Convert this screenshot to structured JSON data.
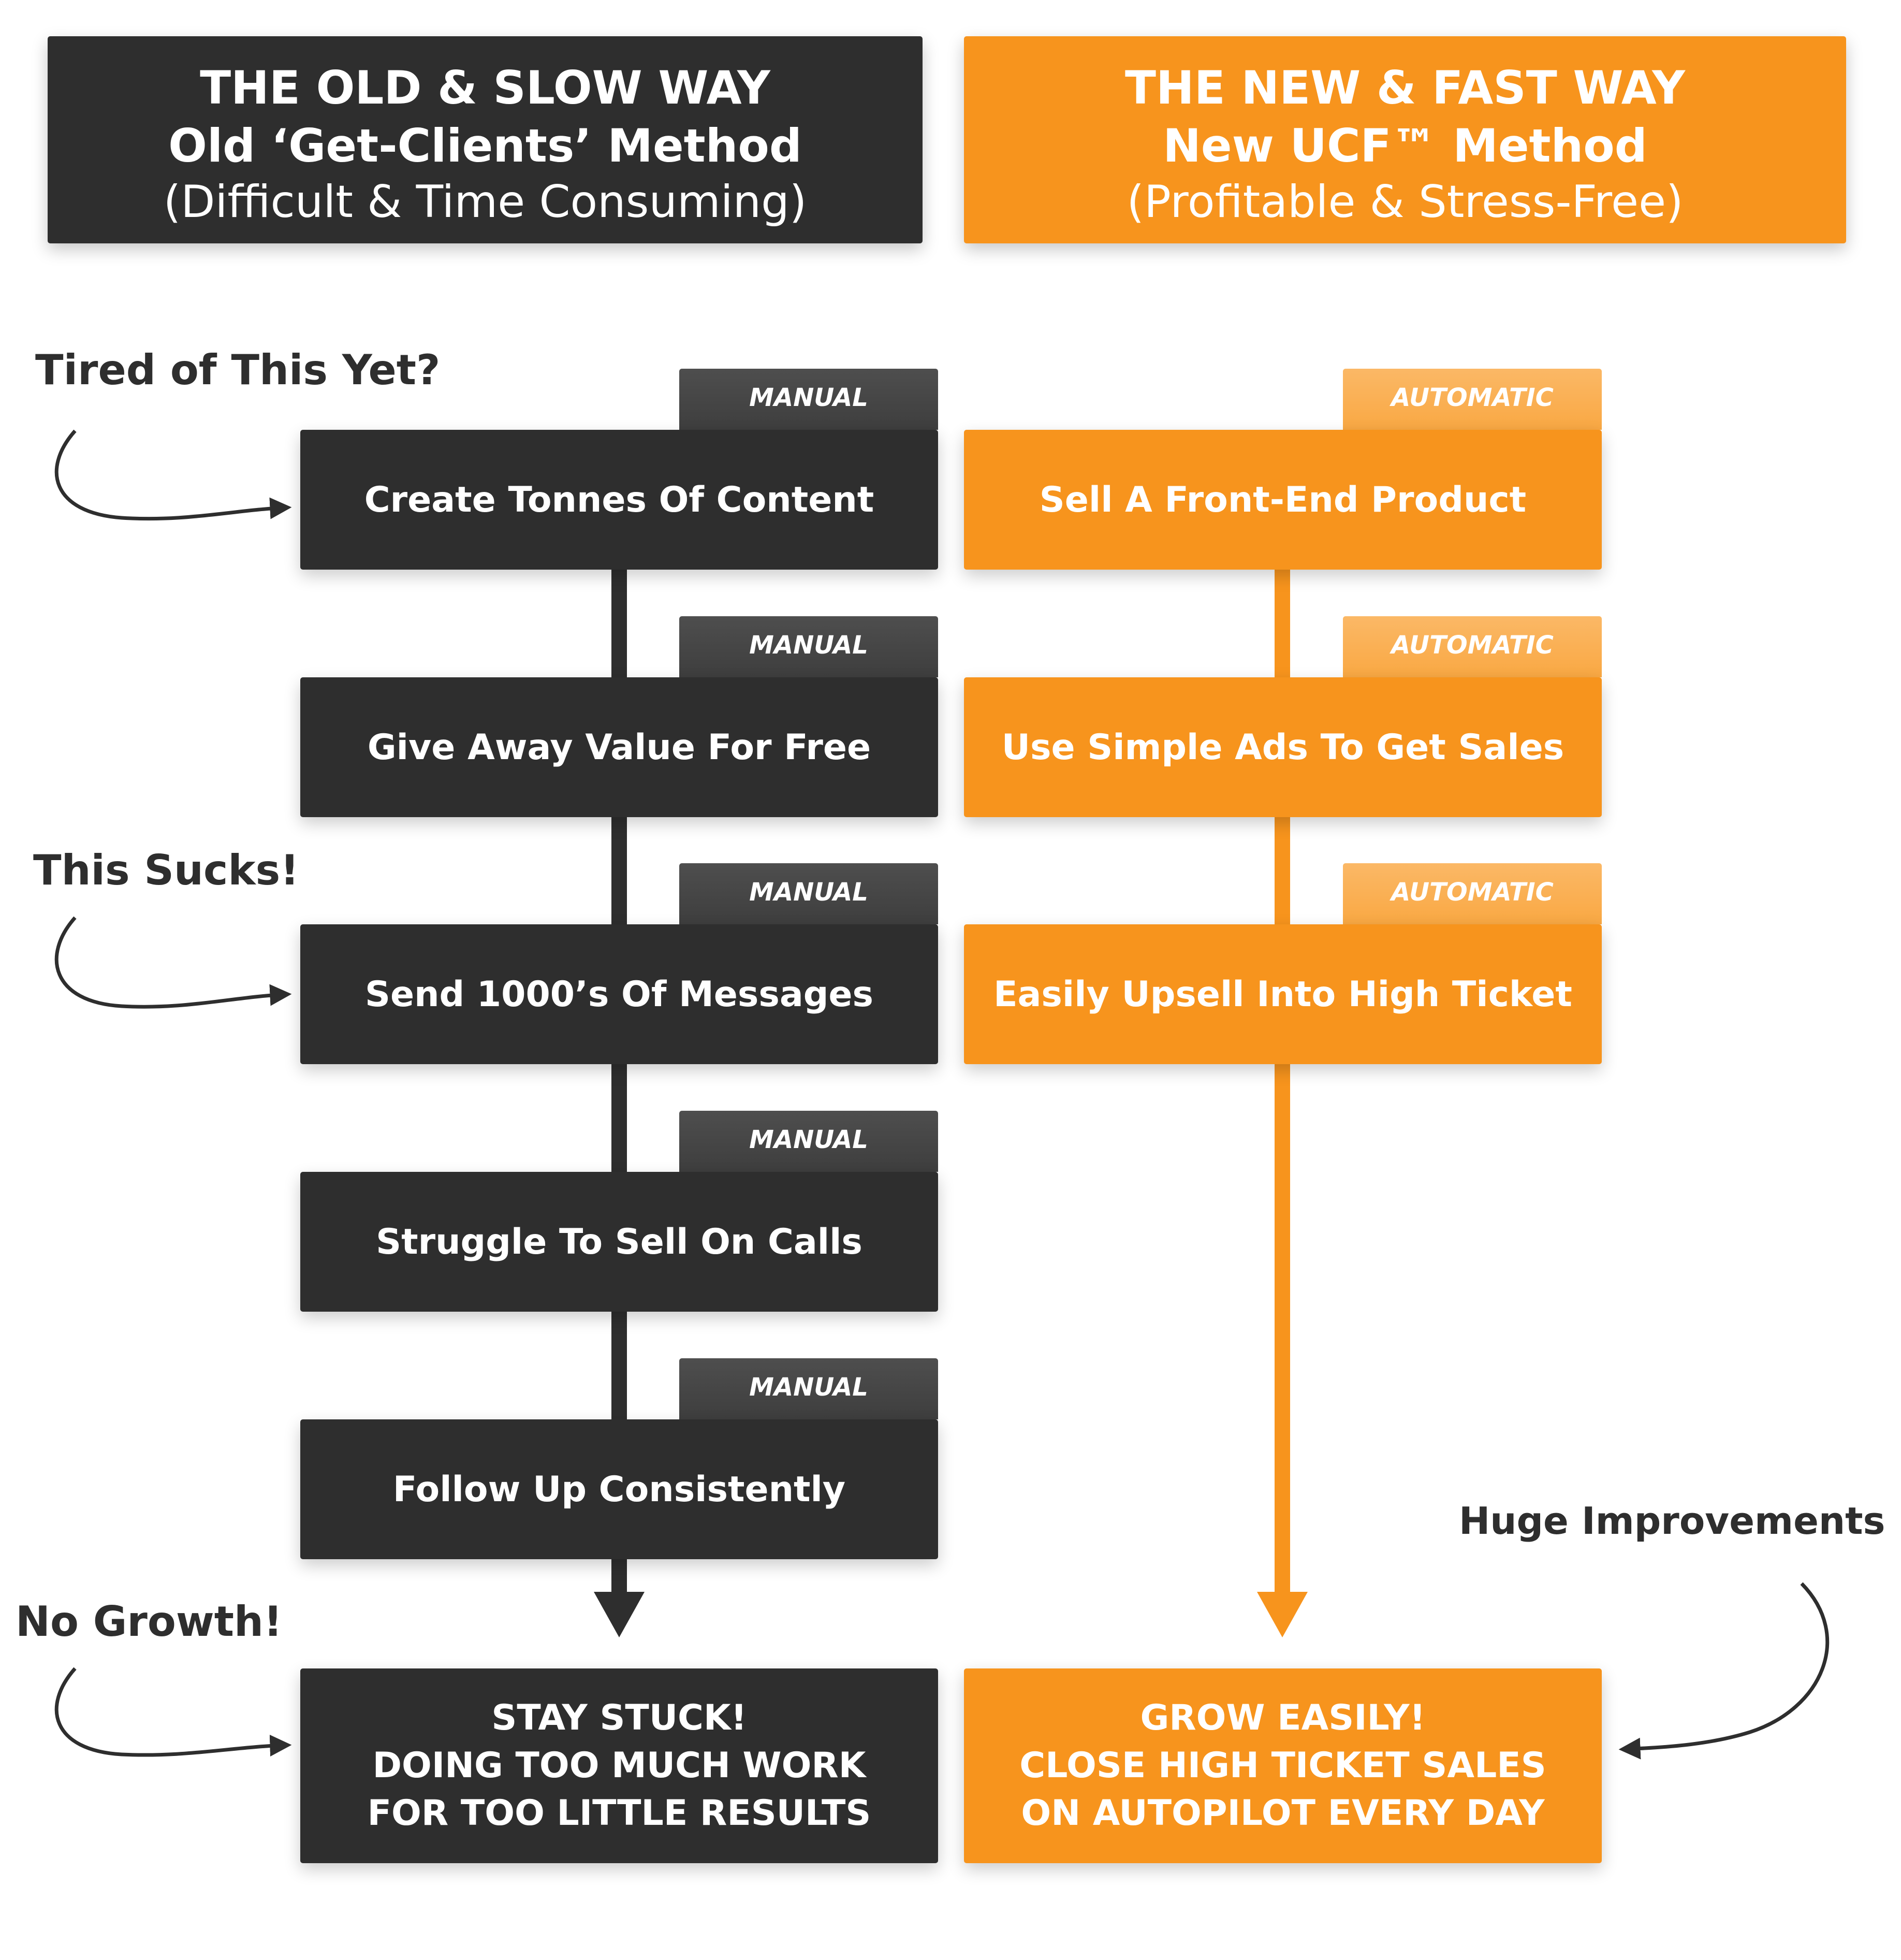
{
  "old_way": {
    "title": "THE OLD & SLOW WAY",
    "subtitle": "Old ‘Get-Clients’ Method",
    "note": "(Difficult & Time Consuming)",
    "tag": "MANUAL",
    "steps": [
      "Create Tonnes Of Content",
      "Give Away Value For Free",
      "Send 1000’s Of Messages",
      "Struggle To Sell On Calls",
      "Follow Up Consistently"
    ],
    "result": [
      "STAY STUCK!",
      "DOING TOO MUCH WORK",
      "FOR TOO LITTLE RESULTS"
    ]
  },
  "new_way": {
    "title": "THE NEW & FAST WAY",
    "subtitle": "New UCF™ Method",
    "note": "(Profitable & Stress-Free)",
    "tag": "AUTOMATIC",
    "steps": [
      "Sell A Front-End Product",
      "Use Simple Ads To Get Sales",
      "Easily Upsell Into High Ticket"
    ],
    "result": [
      "GROW EASILY!",
      "CLOSE HIGH TICKET SALES",
      "ON AUTOPILOT EVERY DAY"
    ]
  },
  "annotations": {
    "tired": "Tired of This Yet?",
    "sucks": "This Sucks!",
    "no_growth": "No Growth!",
    "huge": "Huge Improvements"
  },
  "colors": {
    "dark": "#2e2e2e",
    "orange": "#f7941d",
    "orange_tab": "#f9a843",
    "dark_tab": "#444444"
  }
}
